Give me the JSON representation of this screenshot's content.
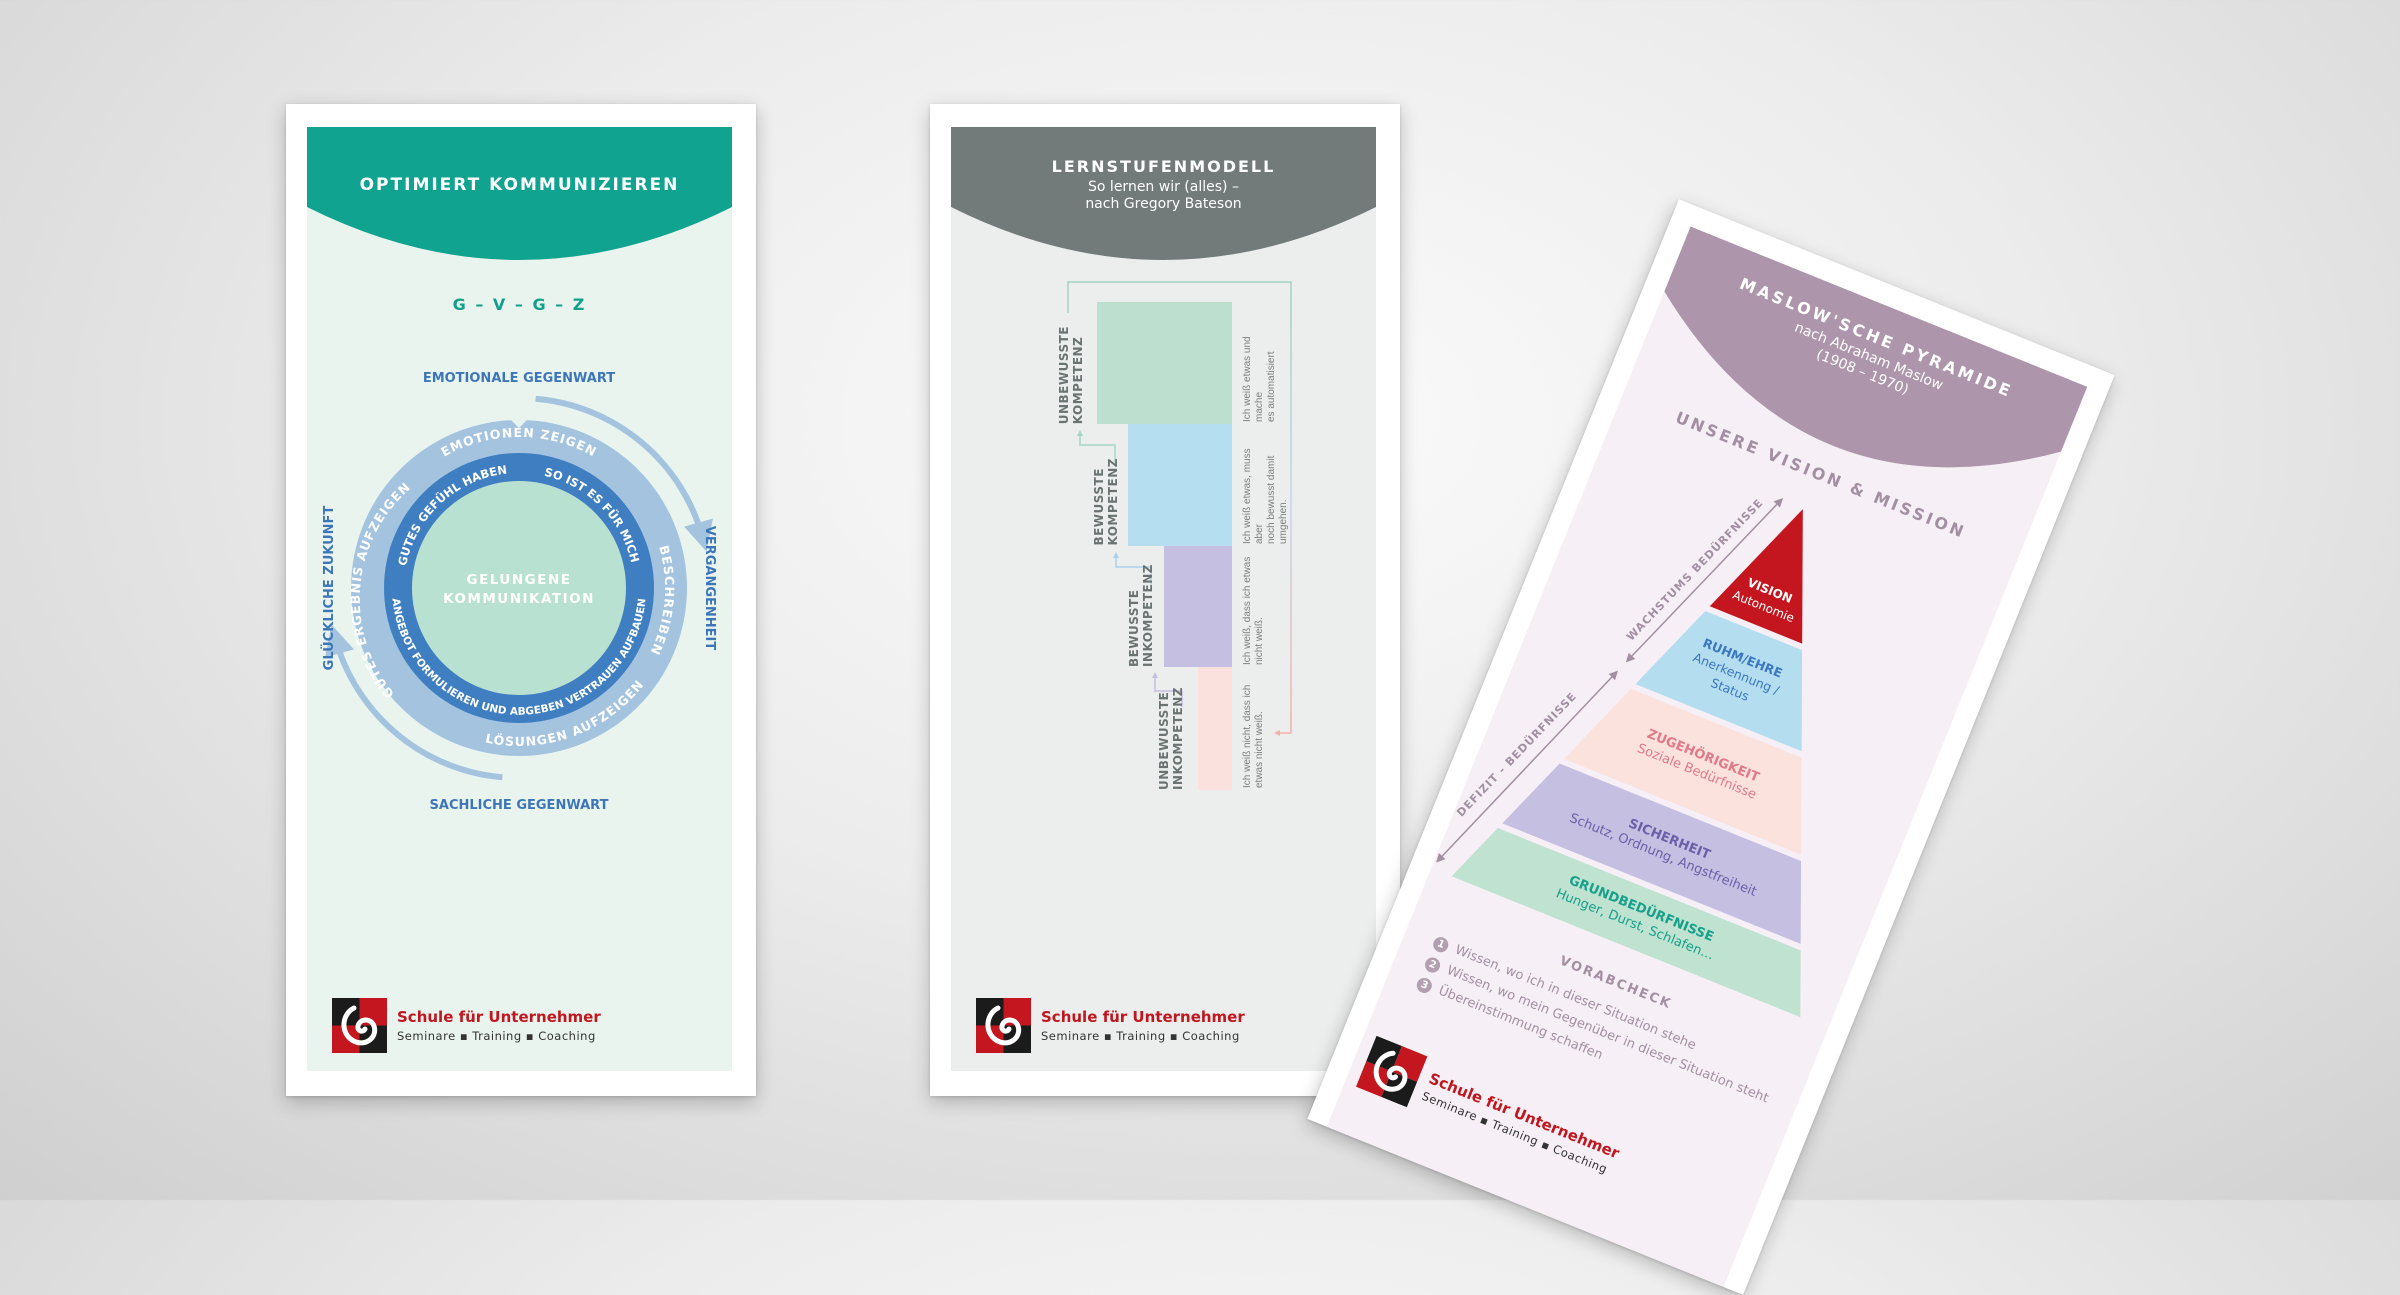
{
  "logo": {
    "name": "Schule für Unternehmer",
    "tagline": "Seminare ▪ Training ▪ Coaching"
  },
  "kommunikation": {
    "title": "OPTIMIERT KOMMUNIZIEREN",
    "subtitle": "G – V – G – Z",
    "top_label": "EMOTIONALE GEGENWART",
    "bottom_label": "SACHLICHE GEGENWART",
    "left_label": "GLÜCKLICHE ZUKUNFT",
    "right_label": "VERGANGENHEIT",
    "center": [
      "GELUNGENE",
      "KOMMUNIKATION"
    ],
    "outer_ring": [
      "EMOTIONEN ZEIGEN",
      "BESCHREIBEN",
      "LÖSUNGEN AUFZEIGEN",
      "GUTES ERGEBNIS AUFZEIGEN"
    ],
    "inner_ring": [
      "GUTES GEFÜHL HABEN",
      "SO IST ES FÜR MICH",
      "ANGEBOT FORMULIEREN UND ABGEBEN VERTRAUEN AUFBAUEN"
    ],
    "colors": {
      "header": "#10a390",
      "body": "#e9f4ef",
      "outer_ring": "#a3c3df",
      "inner_ring": "#3f7fc1",
      "core": "#b9e1d1",
      "label": "#3d76b8"
    }
  },
  "lernstufen": {
    "title": "LERNSTUFENMODELL",
    "subtitle": [
      "So lernen wir (alles) –",
      "nach Gregory Bateson"
    ],
    "stages": [
      {
        "label": [
          "UNBEWUSSTE",
          "KOMPETENZ"
        ],
        "text": [
          "Ich weiß etwas und mache",
          "es automatisiert"
        ],
        "color": "#bcdfd0"
      },
      {
        "label": [
          "BEWUSSTE",
          "KOMPETENZ"
        ],
        "text": [
          "Ich weiß etwas, muss aber",
          "noch bewusst damit umgehen."
        ],
        "color": "#b5def0"
      },
      {
        "label": [
          "BEWUSSTE",
          "INKOMPETENZ"
        ],
        "text": [
          "Ich weiß, dass ich etwas",
          "nicht weiß."
        ],
        "color": "#c5c0e2"
      },
      {
        "label": [
          "UNBEWUSSTE",
          "INKOMPETENZ"
        ],
        "text": [
          "Ich weiß nicht, dass ich",
          "etwas nicht weiß."
        ],
        "color": "#fbe1dd"
      }
    ],
    "colors": {
      "header": "#727a7a",
      "body": "#eceeed"
    }
  },
  "maslow": {
    "title": "MASLOW'SCHE PYRAMIDE",
    "subtitle": [
      "nach Abraham Maslow",
      "(1908 – 1970)"
    ],
    "section": "UNSERE VISION & MISSION",
    "arrow_top": "WACHSTUMS BEDÜRFNISSE",
    "arrow_bottom": "DEFIZIT - BEDÜRFNISSE",
    "levels": [
      {
        "title": "VISION",
        "text": [
          "Autonomie"
        ],
        "color": "#c3161f",
        "text_color": "#ffffff"
      },
      {
        "title": "RUHM/EHRE",
        "text": [
          "Anerkennung /",
          "Status"
        ],
        "color": "#b4def0",
        "text_color": "#3a78c0"
      },
      {
        "title": "ZUGEHÖRIGKEIT",
        "text": [
          "Soziale Bedürfnisse"
        ],
        "color": "#fbe2dd",
        "text_color": "#e07a88"
      },
      {
        "title": "SICHERHEIT",
        "text": [
          "Schutz, Ordnung, Angstfreiheit"
        ],
        "color": "#c5c0e2",
        "text_color": "#6a5fa8"
      },
      {
        "title": "GRUNDBEDÜRFNISSE",
        "text": [
          "Hunger, Durst, Schlafen…"
        ],
        "color": "#bfe2d1",
        "text_color": "#17a08a"
      }
    ],
    "check_title": "VORABCHECK",
    "check_items": [
      {
        "num": "1",
        "text": "Wissen, wo ich in dieser Situation stehe"
      },
      {
        "num": "2",
        "text": "Wissen, wo mein Gegenüber in dieser Situation steht"
      },
      {
        "num": "3",
        "text": "Übereinstimmung schaffen"
      }
    ],
    "colors": {
      "header": "#ad95ab",
      "body": "#f6eff6",
      "muted": "#a38fa2"
    }
  }
}
